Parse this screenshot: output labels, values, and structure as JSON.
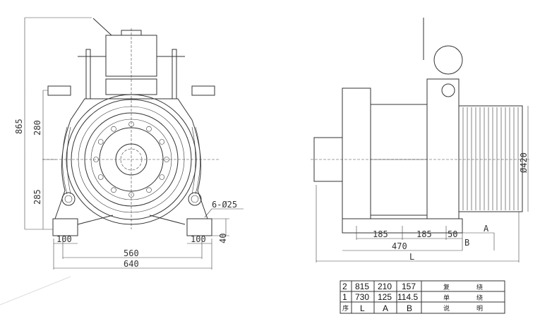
{
  "front_view": {
    "dims": {
      "height_total": "865",
      "upper": "280",
      "lower": "285",
      "hole": "6-Ø25",
      "foot_left": "100",
      "foot_right": "100",
      "foot_height": "40",
      "span_inner": "560",
      "span_outer": "640"
    }
  },
  "side_view": {
    "dims": {
      "seg1": "185",
      "seg2": "185",
      "seg3": "50",
      "base": "470",
      "sheave_dia": "Ø420",
      "a": "A",
      "b": "B",
      "l": "L"
    }
  },
  "spec_table": {
    "rows": [
      {
        "no": "2",
        "L": "815",
        "A": "210",
        "B": "157",
        "desc1": "复",
        "desc2": "绕"
      },
      {
        "no": "1",
        "L": "730",
        "A": "125",
        "B": "114.5",
        "desc1": "单",
        "desc2": "绕"
      }
    ],
    "header": {
      "no": "序",
      "L": "L",
      "A": "A",
      "B": "B",
      "desc1": "说",
      "desc2": "明"
    }
  }
}
